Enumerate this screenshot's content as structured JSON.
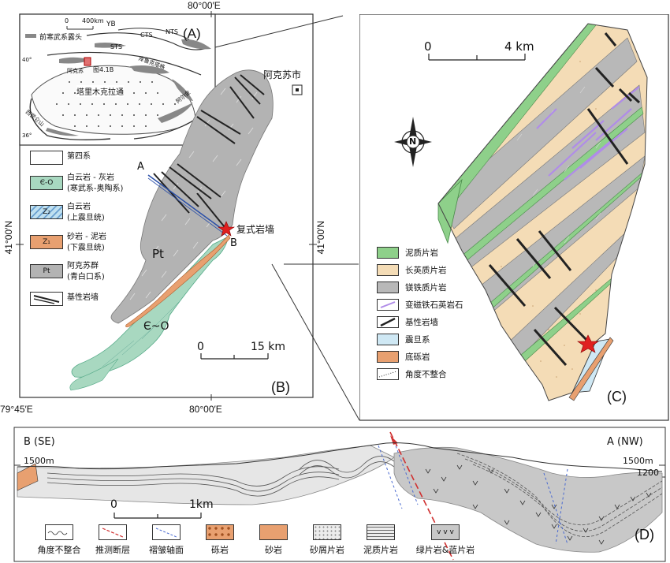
{
  "coords": {
    "top_lon": "80°00′E",
    "bottom_lon_left": "79°45′E",
    "bottom_lon_right": "80°00′E",
    "lat_left": "41°00′N",
    "lat_right": "41°00′N"
  },
  "panel_a": {
    "label": "(A)",
    "scale": "400km",
    "scale_zero": "0",
    "legend_prefix": "前寒武系露头",
    "place_yb": "YB",
    "place_cts": "CTS",
    "place_nts": "NTS",
    "place_sts": "STS",
    "place_tarim": "塔里木克拉通",
    "place_aksu": "阿克苏",
    "fig_ref": "图4.1B",
    "place_kuluktag": "库鲁克塔格",
    "place_altun": "阿尔金",
    "place_kunlun": "西昆仑山",
    "lat40": "40°",
    "lat36": "36°"
  },
  "panel_b": {
    "label": "(B)",
    "city": "阿克苏市",
    "pt": "Pt",
    "cam_o": "Є~O",
    "point_a": "A",
    "point_b": "B",
    "dike_label": "复式岩墙",
    "scale_zero": "0",
    "scale_end": "15 km",
    "legend": [
      {
        "code": "",
        "name": "第四系",
        "name2": ""
      },
      {
        "code": "Є-O",
        "name": "白云岩 - 灰岩",
        "name2": "(寒武系-奥陶系)"
      },
      {
        "code": "Z₂",
        "name": "白云岩",
        "name2": "(上震旦统)"
      },
      {
        "code": "Z₁",
        "name": "砂岩 - 泥岩",
        "name2": "(下震旦统)"
      },
      {
        "code": "Pt",
        "name": "阿克苏群",
        "name2": "(青白口系)"
      },
      {
        "code": "",
        "name": "基性岩墙",
        "name2": ""
      }
    ]
  },
  "panel_c": {
    "label": "(C)",
    "scale_zero": "0",
    "scale_end": "4 km",
    "north": "N",
    "legend": [
      {
        "name": "泥质片岩"
      },
      {
        "name": "长英质片岩"
      },
      {
        "name": "镁铁质片岩"
      },
      {
        "name": "变磁铁石英岩石"
      },
      {
        "name": "基性岩墙"
      },
      {
        "name": "震旦系"
      },
      {
        "name": "底砾岩"
      },
      {
        "name": "角度不整合"
      }
    ]
  },
  "panel_d": {
    "label": "(D)",
    "left_end": "B (SE)",
    "right_end": "A (NW)",
    "elev_left": "1500m",
    "elev_right": "1500m",
    "elev_right2": "1200",
    "scale_zero": "0",
    "scale_end": "1km",
    "legend": [
      {
        "name": "角度不整合"
      },
      {
        "name": "推测断层"
      },
      {
        "name": "褶皱轴面"
      },
      {
        "name": "砾岩"
      },
      {
        "name": "砂岩"
      },
      {
        "name": "砂屑片岩"
      },
      {
        "name": "泥质片岩"
      },
      {
        "name": "绿片岩&蓝片岩"
      }
    ]
  },
  "colors": {
    "pt_gray": "#b3b3b3",
    "cambrian_green": "#a8d8c0",
    "sandstone_orange": "#e8a070",
    "felsic_tan": "#f4dcb6",
    "pelitic_green": "#8ed08a",
    "magnetite_purple": "#b08ce8",
    "star_red": "#e02020",
    "sinian_blue": "#cfe8f4"
  }
}
